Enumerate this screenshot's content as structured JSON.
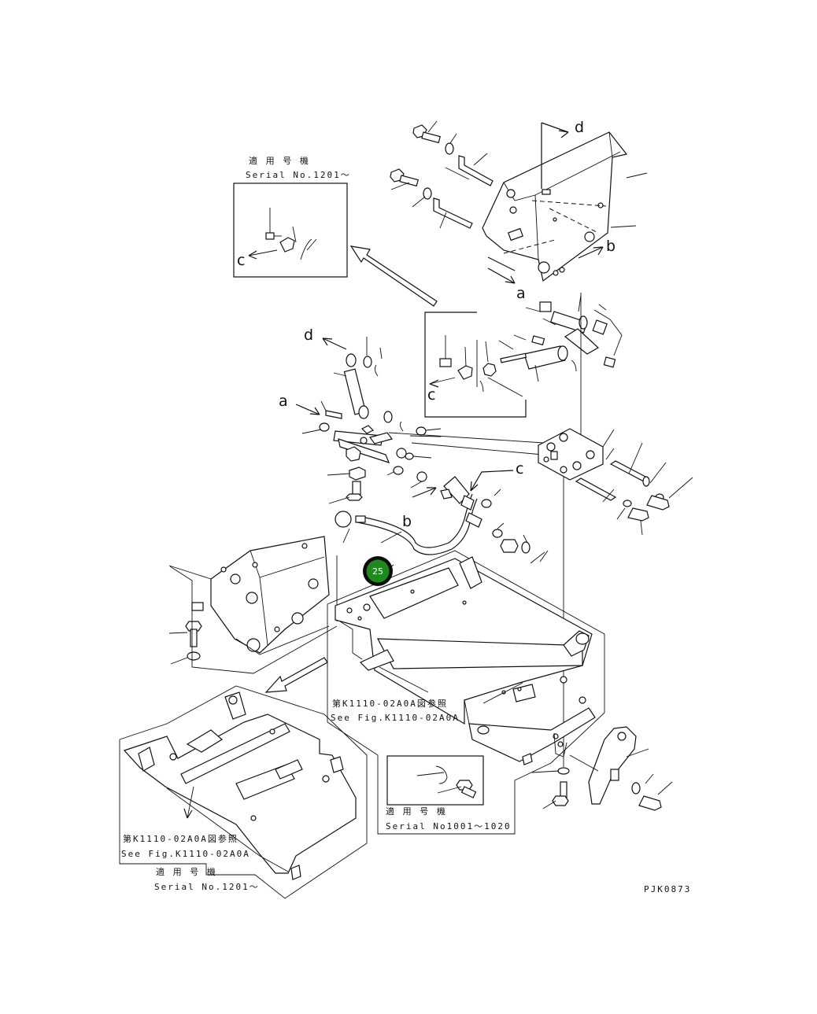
{
  "diagram_code": "PJK0873",
  "callout": {
    "number": "25",
    "fill": "#1e8a1e",
    "ring": "#0b0b0b"
  },
  "letters": {
    "a": "a",
    "b": "b",
    "c": "c",
    "d": "d"
  },
  "notes": {
    "top_left_box": {
      "line1": "適 用 号 機",
      "line2": "Serial No.1201～"
    },
    "see_fig_center": {
      "line1": "第K1110-02A0A図参照",
      "line2": "See Fig.K1110-02A0A"
    },
    "bottom_center_box": {
      "line1": "適 用 号 機",
      "line2": "Serial No1001～1020"
    },
    "see_fig_left": {
      "line1": "第K1110-02A0A図参照",
      "line2": "See Fig.K1110-02A0A"
    },
    "bottom_left": {
      "line1": "適 用 号 機",
      "line2": "Serial No.1201～"
    }
  }
}
